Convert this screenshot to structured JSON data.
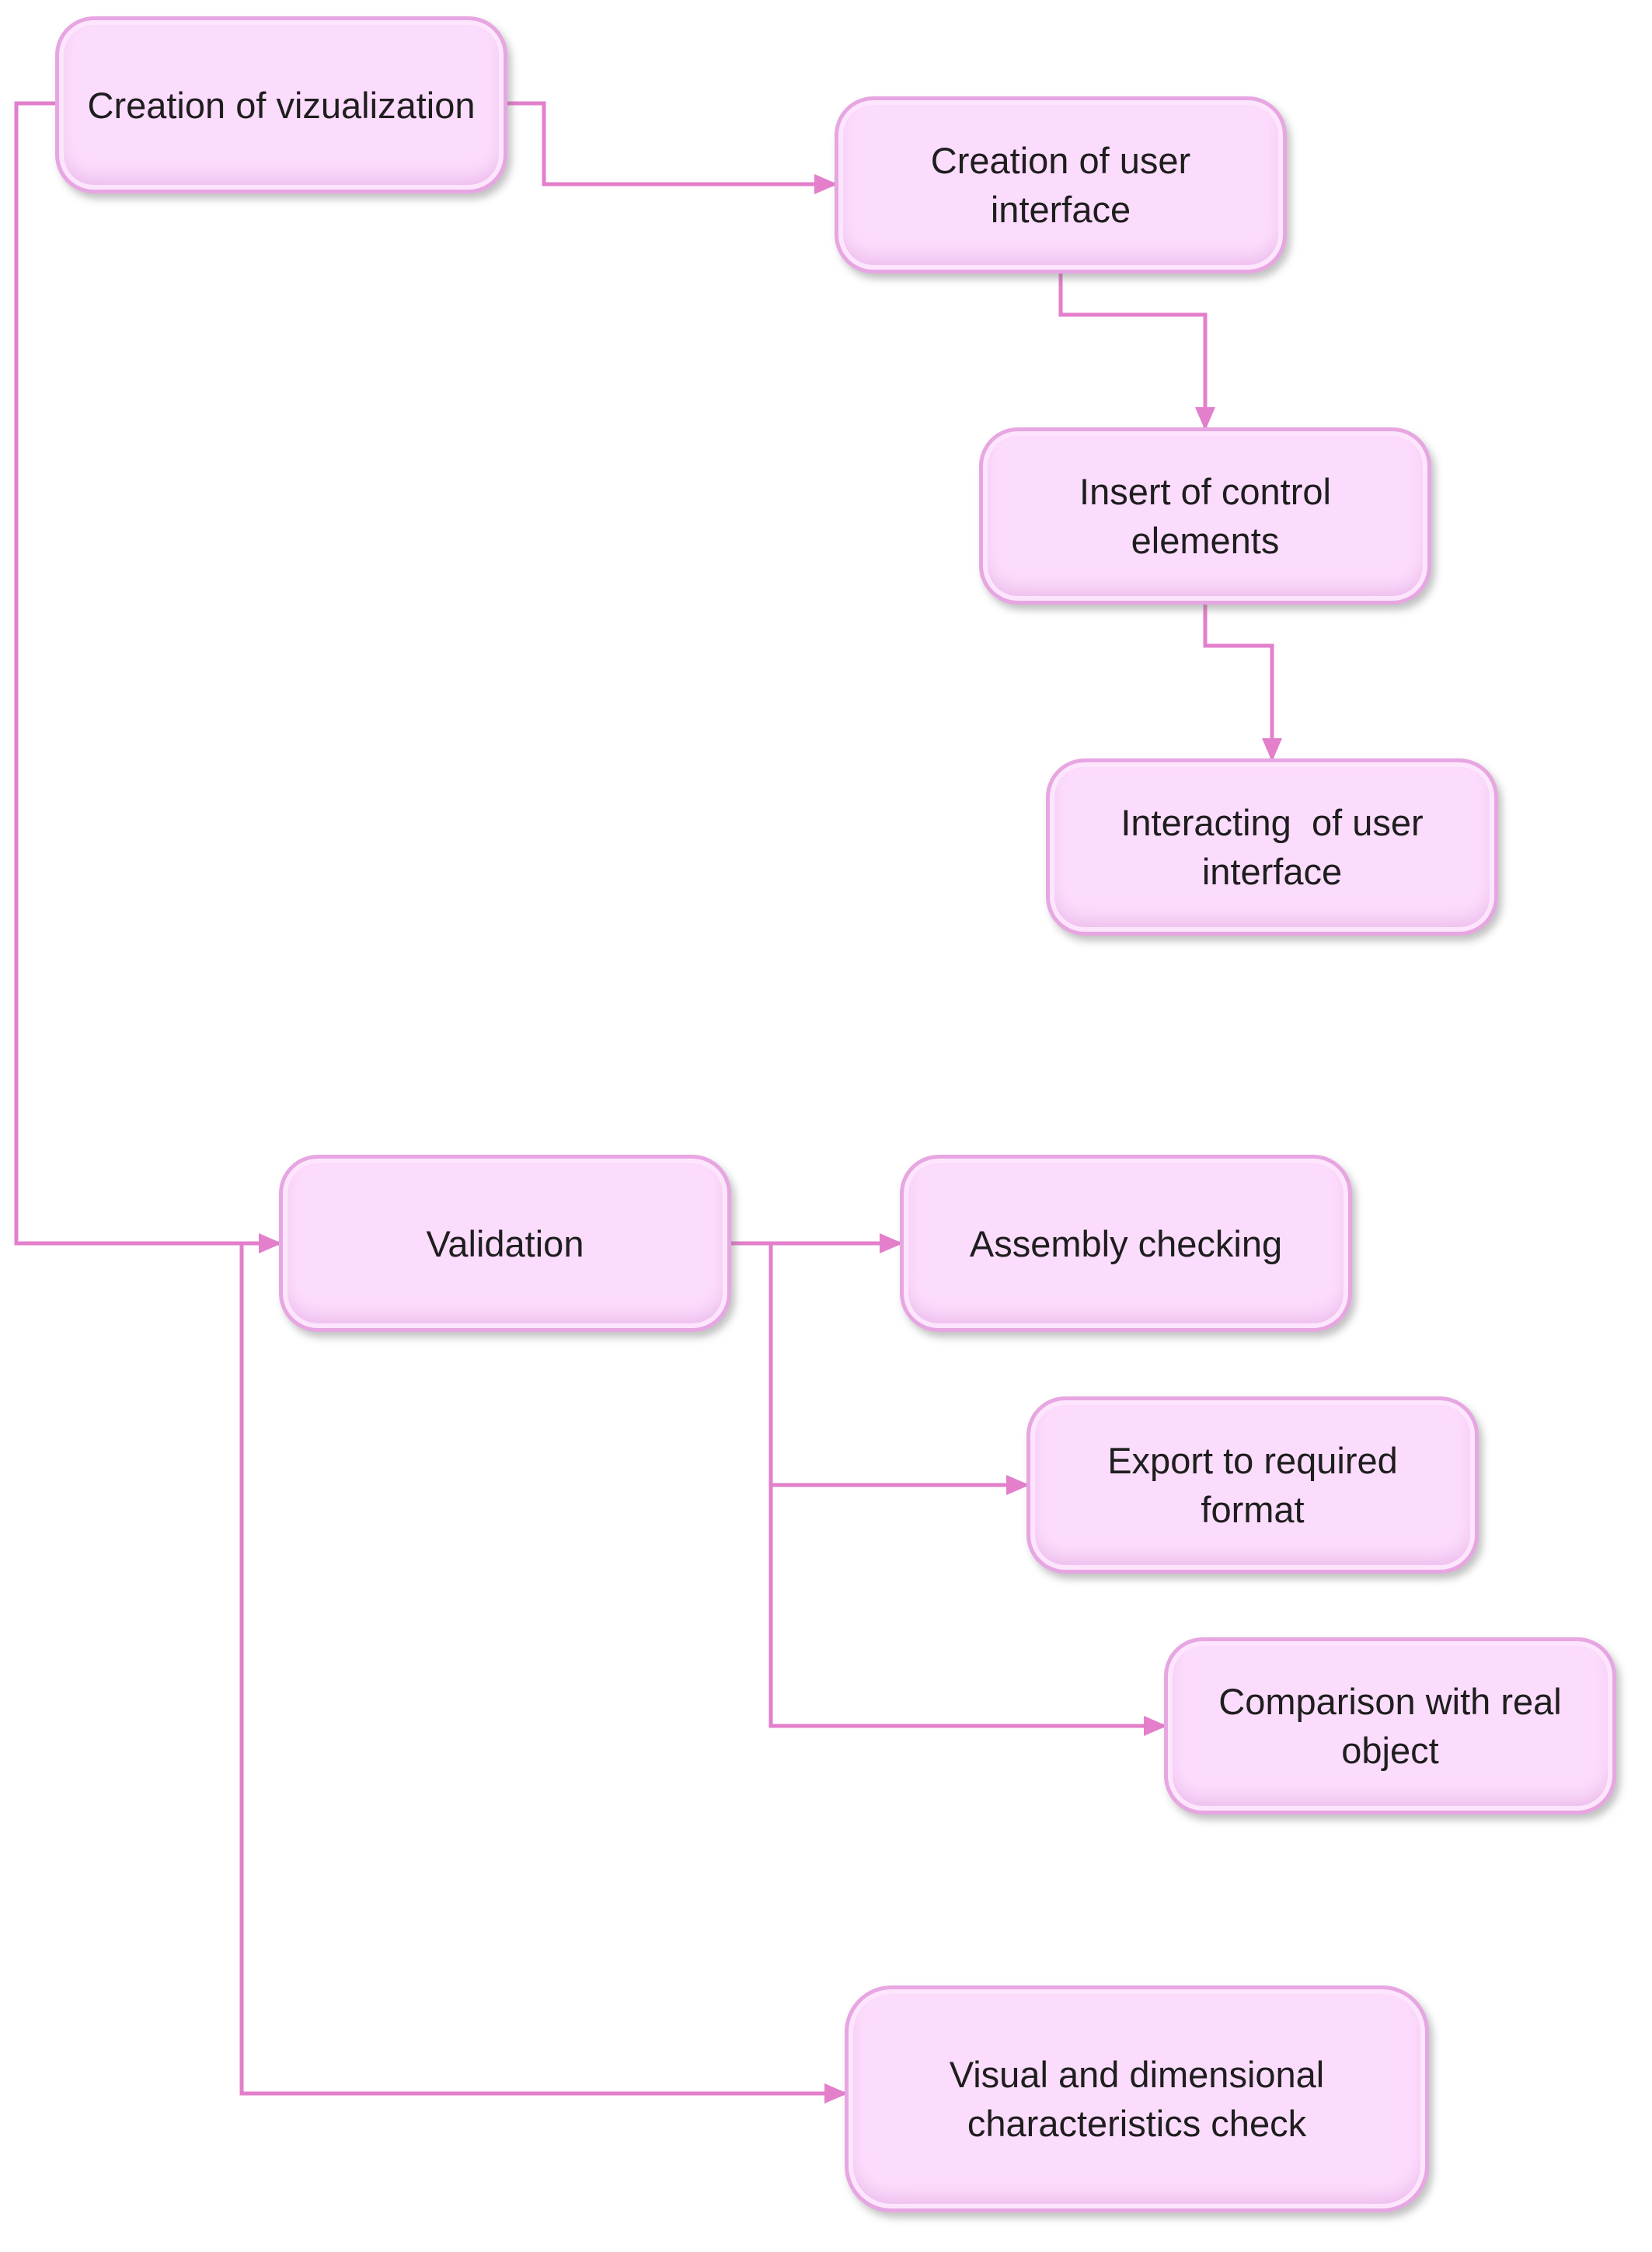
{
  "colors": {
    "node_fill": "#fcdcfc",
    "node_border": "#e7a6e2",
    "connector": "#e37fcb",
    "text": "#1e1e1e"
  },
  "nodes": {
    "creation_of_visualization": "Creation of vizualization",
    "creation_of_user_interface": "Creation of user interface",
    "insert_of_control_elements": "Insert of control elements",
    "interacting_of_user_interface": "Interacting  of user interface",
    "validation": "Validation",
    "assembly_checking": "Assembly checking",
    "export_to_required_format": "Export to required format",
    "comparison_with_real_object": "Comparison with real object",
    "visual_and_dimensional_check": "Visual and dimensional characteristics check"
  }
}
